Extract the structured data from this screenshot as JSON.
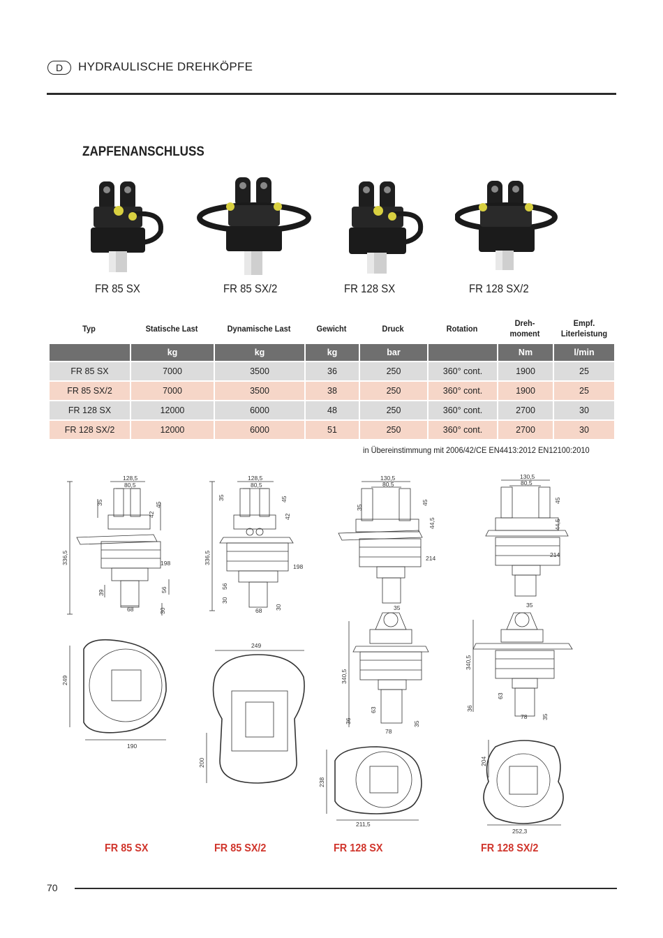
{
  "header": {
    "lang": "D",
    "title": "HYDRAULISCHE DREHKÖPFE"
  },
  "section_title": "ZAPFENANSCHLUSS",
  "models": [
    "FR 85 SX",
    "FR 85 SX/2",
    "FR 128 SX",
    "FR 128 SX/2"
  ],
  "table": {
    "headers": [
      "Typ",
      "Statische Last",
      "Dynamische Last",
      "Gewicht",
      "Druck",
      "Rotation",
      "Dreh- moment",
      "Empf. Literleistung"
    ],
    "header_lines": [
      [
        "Typ"
      ],
      [
        "Statische Last"
      ],
      [
        "Dynamische Last"
      ],
      [
        "Gewicht"
      ],
      [
        "Druck"
      ],
      [
        "Rotation"
      ],
      [
        "Dreh-",
        "moment"
      ],
      [
        "Empf.",
        "Literleistung"
      ]
    ],
    "units": [
      "",
      "kg",
      "kg",
      "kg",
      "bar",
      "",
      "Nm",
      "l/min"
    ],
    "rows": [
      [
        "FR 85 SX",
        "7000",
        "3500",
        "36",
        "250",
        "360° cont.",
        "1900",
        "25"
      ],
      [
        "FR 85 SX/2",
        "7000",
        "3500",
        "38",
        "250",
        "360° cont.",
        "1900",
        "25"
      ],
      [
        "FR 128 SX",
        "12000",
        "6000",
        "48",
        "250",
        "360° cont.",
        "2700",
        "30"
      ],
      [
        "FR 128 SX/2",
        "12000",
        "6000",
        "51",
        "250",
        "360° cont.",
        "2700",
        "30"
      ]
    ]
  },
  "footnote": "in Übereinstimmung mit 2006/42/CE   EN4413:2012   EN12100:2010",
  "drawings": {
    "fr85sx": {
      "w": "128,5",
      "w2": "80,5",
      "d35": "35",
      "h45": "45",
      "h42": "42",
      "h": "336,5",
      "dia": "198",
      "h39": "39",
      "h56": "56",
      "d68": "68",
      "h30": "30",
      "plan_w": "190",
      "plan_h": "249"
    },
    "fr85sx2": {
      "w": "128,5",
      "w2": "80,5",
      "d35": "35",
      "h45": "45",
      "h42": "42",
      "h": "336,5",
      "dia": "198",
      "h30": "30",
      "h56": "56",
      "d68": "68",
      "h30b": "30",
      "plan_w": "249",
      "plan_h": "200"
    },
    "fr128sx": {
      "w": "130,5",
      "w2": "80,5",
      "d35": "35",
      "h45": "45",
      "h445": "44,5",
      "dia": "214",
      "top35": "35",
      "h": "340,5",
      "h63": "63",
      "h36": "36",
      "d78": "78",
      "d35b": "35",
      "plan_w": "211,5",
      "plan_h": "238"
    },
    "fr128sx2": {
      "w": "130,5",
      "w2": "80,5",
      "h45": "45",
      "h445": "44,5",
      "dia": "214",
      "top35": "35",
      "h": "340,5",
      "h63": "63",
      "h36": "36",
      "d78": "78",
      "d35b": "35",
      "plan_w": "252,3",
      "plan_h": "204"
    }
  },
  "page_number": "70",
  "colors": {
    "accent_red": "#d0352c",
    "row_grey": "#dcdcdc",
    "row_peach": "#f6d6c8",
    "header_grey": "#6f6f6f"
  }
}
